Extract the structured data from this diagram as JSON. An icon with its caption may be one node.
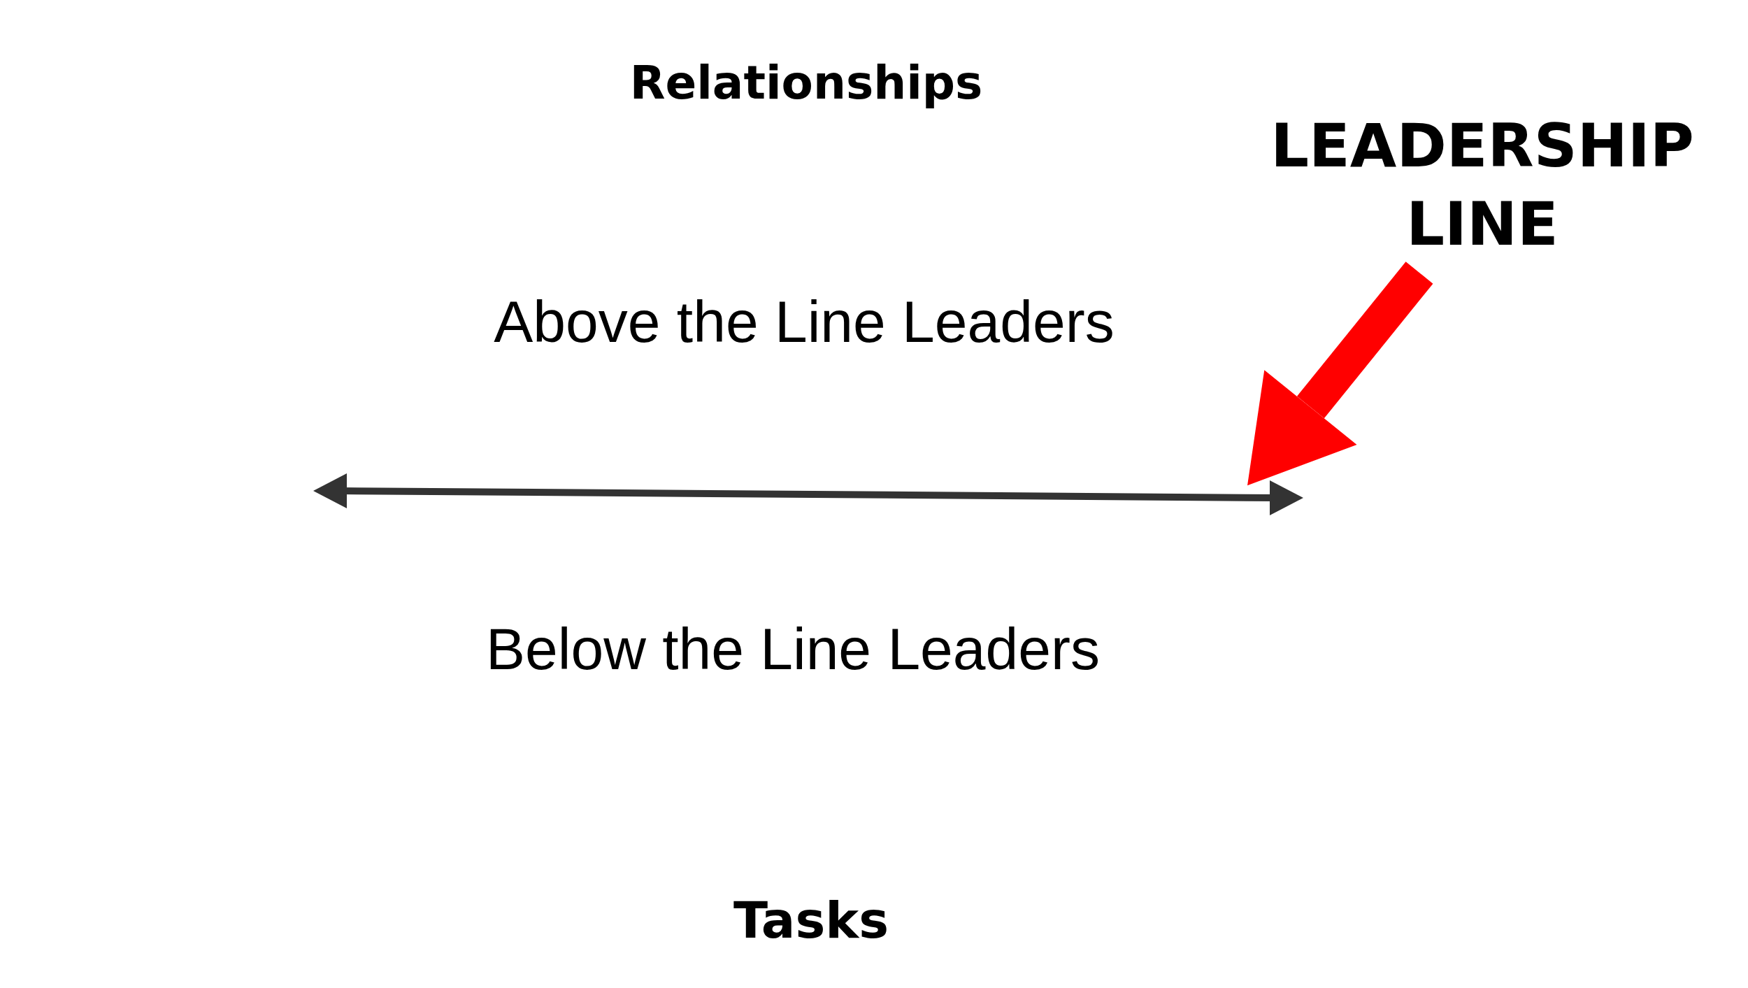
{
  "diagram": {
    "nodes": [
      {
        "text": [
          "LEADERSHIP LINE"
        ]
      },
      {
        "text": [],
        "shape": "arrow"
      }
    ],
    "edges": [
      {
        "from": 0,
        "to": 1,
        "arrow": "to",
        "color": "#ff0000"
      }
    ],
    "labels": [
      "Relationships",
      "Above the Line Leaders",
      "Below the Line Leaders",
      "Tasks"
    ]
  }
}
